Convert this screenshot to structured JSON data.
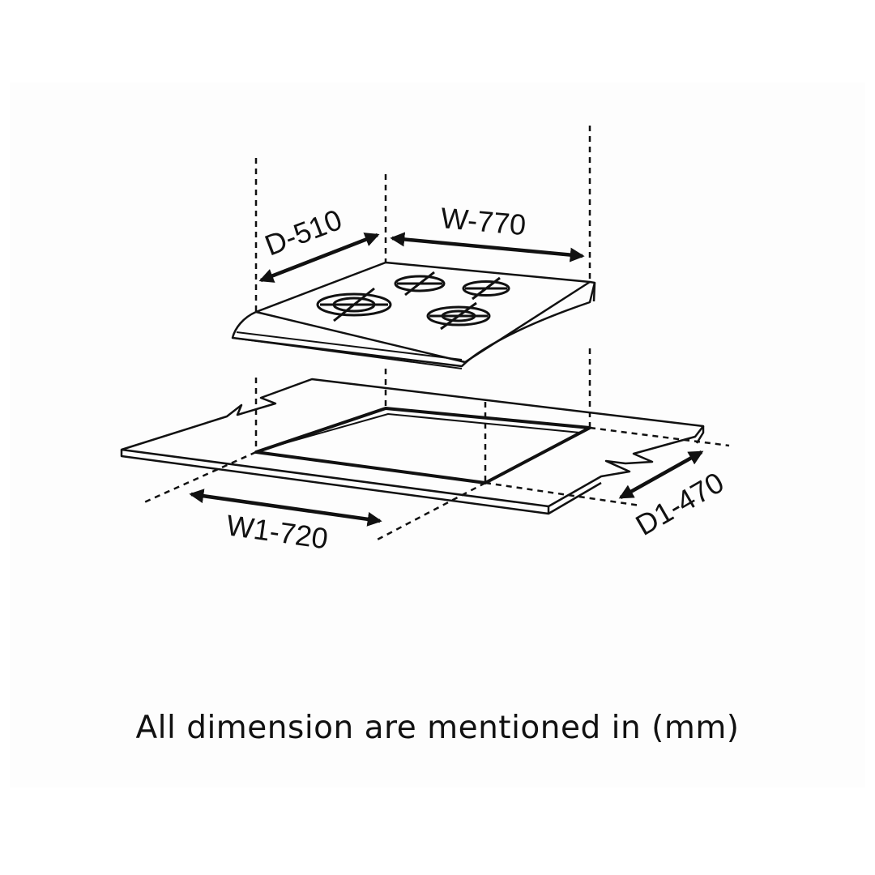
{
  "labels": {
    "depth": "D-510",
    "width": "W-770",
    "cutout_width": "W1-720",
    "cutout_depth": "D1-470"
  },
  "note": "All dimension are mentioned in (mm)",
  "colors": {
    "line": "#111111",
    "background": "#ffffff"
  }
}
